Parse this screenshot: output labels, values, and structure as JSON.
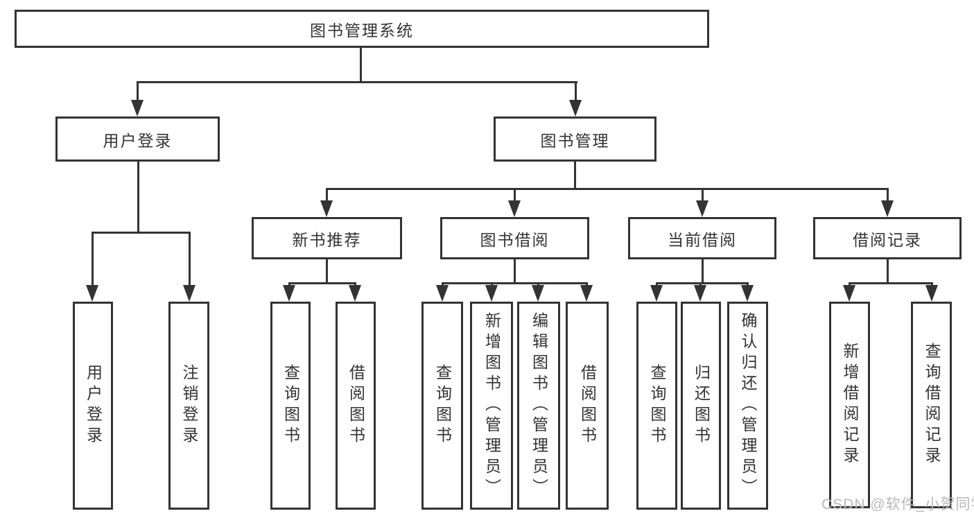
{
  "diagram": {
    "root": {
      "label": "图书管理系统"
    },
    "branches": [
      {
        "label": "用户登录",
        "children": [
          {
            "label": "用户登录"
          },
          {
            "label": "注销登录"
          }
        ]
      },
      {
        "label": "图书管理",
        "children": [
          {
            "label": "新书推荐",
            "children": [
              {
                "label": "查询图书"
              },
              {
                "label": "借阅图书"
              }
            ]
          },
          {
            "label": "图书借阅",
            "children": [
              {
                "label": "查询图书"
              },
              {
                "label": "新增图书（管理员）"
              },
              {
                "label": "编辑图书（管理员）"
              },
              {
                "label": "借阅图书"
              }
            ]
          },
          {
            "label": "当前借阅",
            "children": [
              {
                "label": "查询图书"
              },
              {
                "label": "归还图书"
              },
              {
                "label": "确认归还（管理员）"
              }
            ]
          },
          {
            "label": "借阅记录",
            "children": [
              {
                "label": "新增借阅记录"
              },
              {
                "label": "查询借阅记录"
              }
            ]
          }
        ]
      }
    ]
  },
  "watermark": {
    "text": "CSDN @软件_小贺同学"
  },
  "colors": {
    "line": "#333333",
    "box_border": "#333333",
    "box_fill": "#ffffff",
    "text": "#333333",
    "watermark": "#b9b9b9"
  }
}
